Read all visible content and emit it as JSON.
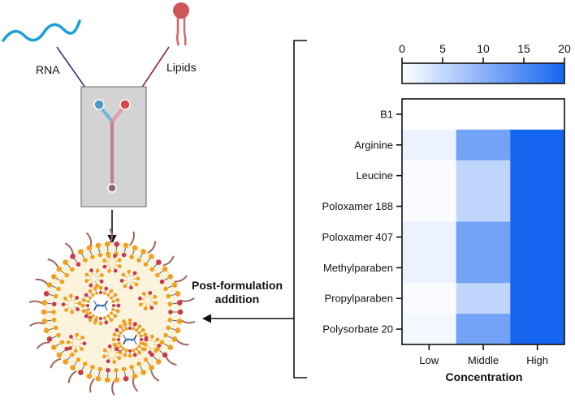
{
  "labels": {
    "rna": "RNA",
    "lipids": "Lipids",
    "post_formulation_line1": "Post-formulation",
    "post_formulation_line2": "addition"
  },
  "colors": {
    "rna_wave": "#1a9fd6",
    "lipid": "#d86464",
    "heatmap_low": "#ffffff",
    "heatmap_high": "#1565f0",
    "chip": "#d3d3d3",
    "lnp_core": "#fbf3dc",
    "lipid_head_orange": "#f0a020",
    "lipid_head_red": "#c83a52",
    "peg_tail": "#a0675a"
  },
  "chart_data": {
    "type": "heatmap",
    "rows": [
      "B1",
      "Arginine",
      "Leucine",
      "Poloxamer 188",
      "Poloxamer 407",
      "Methylparaben",
      "Propylparaben",
      "Polysorbate 20"
    ],
    "columns": [
      "Low",
      "Middle",
      "High"
    ],
    "xlabel": "Concentration",
    "values": [
      [
        0,
        0,
        0
      ],
      [
        1.5,
        12,
        20
      ],
      [
        0.5,
        5.5,
        20
      ],
      [
        0.5,
        5.5,
        20
      ],
      [
        1.5,
        12,
        20
      ],
      [
        1.5,
        12,
        20
      ],
      [
        0.5,
        5.5,
        20
      ],
      [
        1,
        12,
        20
      ]
    ],
    "colorbar": {
      "min": 0,
      "max": 20,
      "ticks": [
        0,
        5,
        10,
        15,
        20
      ]
    }
  }
}
